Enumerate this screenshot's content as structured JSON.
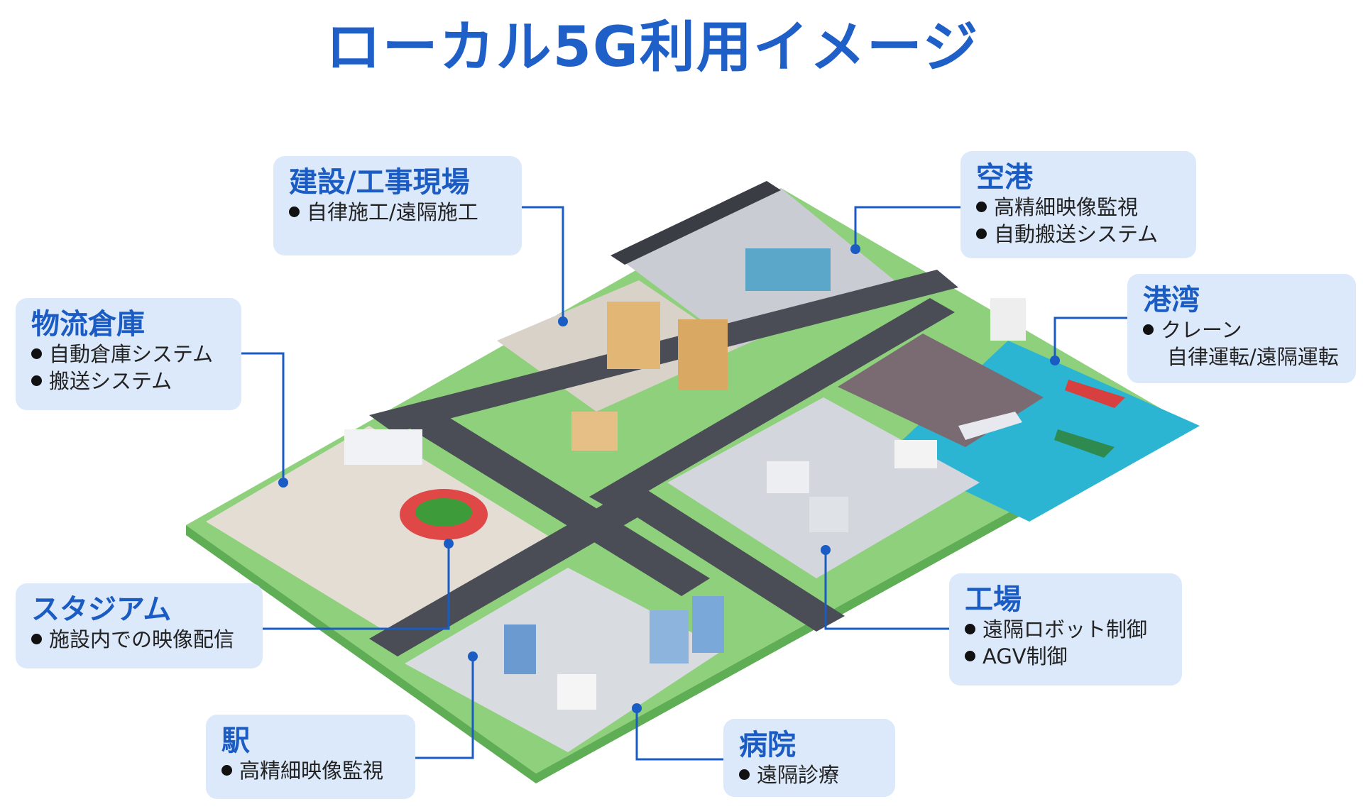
{
  "title": "ローカル5G利用イメージ",
  "cards": {
    "construction": {
      "heading": "建設/工事現場",
      "items": [
        "自律施工/遠隔施工"
      ]
    },
    "airport": {
      "heading": "空港",
      "items": [
        "高精細映像監視",
        "自動搬送システム"
      ]
    },
    "logistics": {
      "heading": "物流倉庫",
      "items": [
        "自動倉庫システム",
        "搬送システム"
      ]
    },
    "port": {
      "heading": "港湾",
      "items": [
        "クレーン",
        "自律運転/遠隔運転"
      ]
    },
    "stadium": {
      "heading": "スタジアム",
      "items": [
        "施設内での映像配信"
      ]
    },
    "factory": {
      "heading": "工場",
      "items": [
        "遠隔ロボット制御",
        "AGV制御"
      ]
    },
    "station": {
      "heading": "駅",
      "items": [
        "高精細映像監視"
      ]
    },
    "hospital": {
      "heading": "病院",
      "items": [
        "遠隔診療"
      ]
    }
  },
  "colors": {
    "accent": "#1f5fc8",
    "card_bg": "#dce9fb",
    "connector": "#1a5cc4",
    "road": "#4a4d55",
    "grass": "#8fd07c",
    "sea": "#2bb5d3"
  }
}
